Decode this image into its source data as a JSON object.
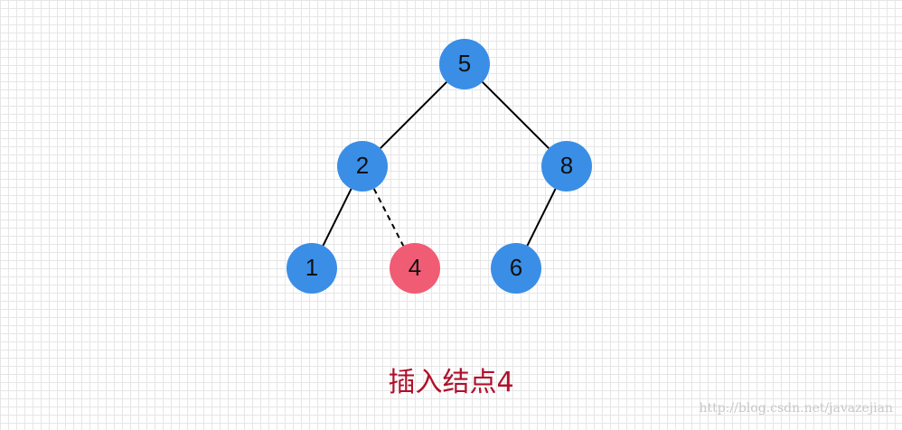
{
  "tree": {
    "nodes": [
      {
        "id": "n5",
        "label": "5",
        "status": "existing"
      },
      {
        "id": "n2",
        "label": "2",
        "status": "existing"
      },
      {
        "id": "n8",
        "label": "8",
        "status": "existing"
      },
      {
        "id": "n1",
        "label": "1",
        "status": "existing"
      },
      {
        "id": "n4",
        "label": "4",
        "status": "inserted"
      },
      {
        "id": "n6",
        "label": "6",
        "status": "existing"
      }
    ],
    "edges": [
      {
        "from": "n5",
        "to": "n2",
        "style": "solid"
      },
      {
        "from": "n5",
        "to": "n8",
        "style": "solid"
      },
      {
        "from": "n2",
        "to": "n1",
        "style": "solid"
      },
      {
        "from": "n2",
        "to": "n4",
        "style": "dashed"
      },
      {
        "from": "n8",
        "to": "n6",
        "style": "solid"
      }
    ]
  },
  "colors": {
    "existing_node": "#3a8ee6",
    "inserted_node": "#f05c74",
    "edge": "#000000",
    "caption": "#b0102a"
  },
  "caption": "插入结点4",
  "watermark": "http://blog.csdn.net/javazejian"
}
